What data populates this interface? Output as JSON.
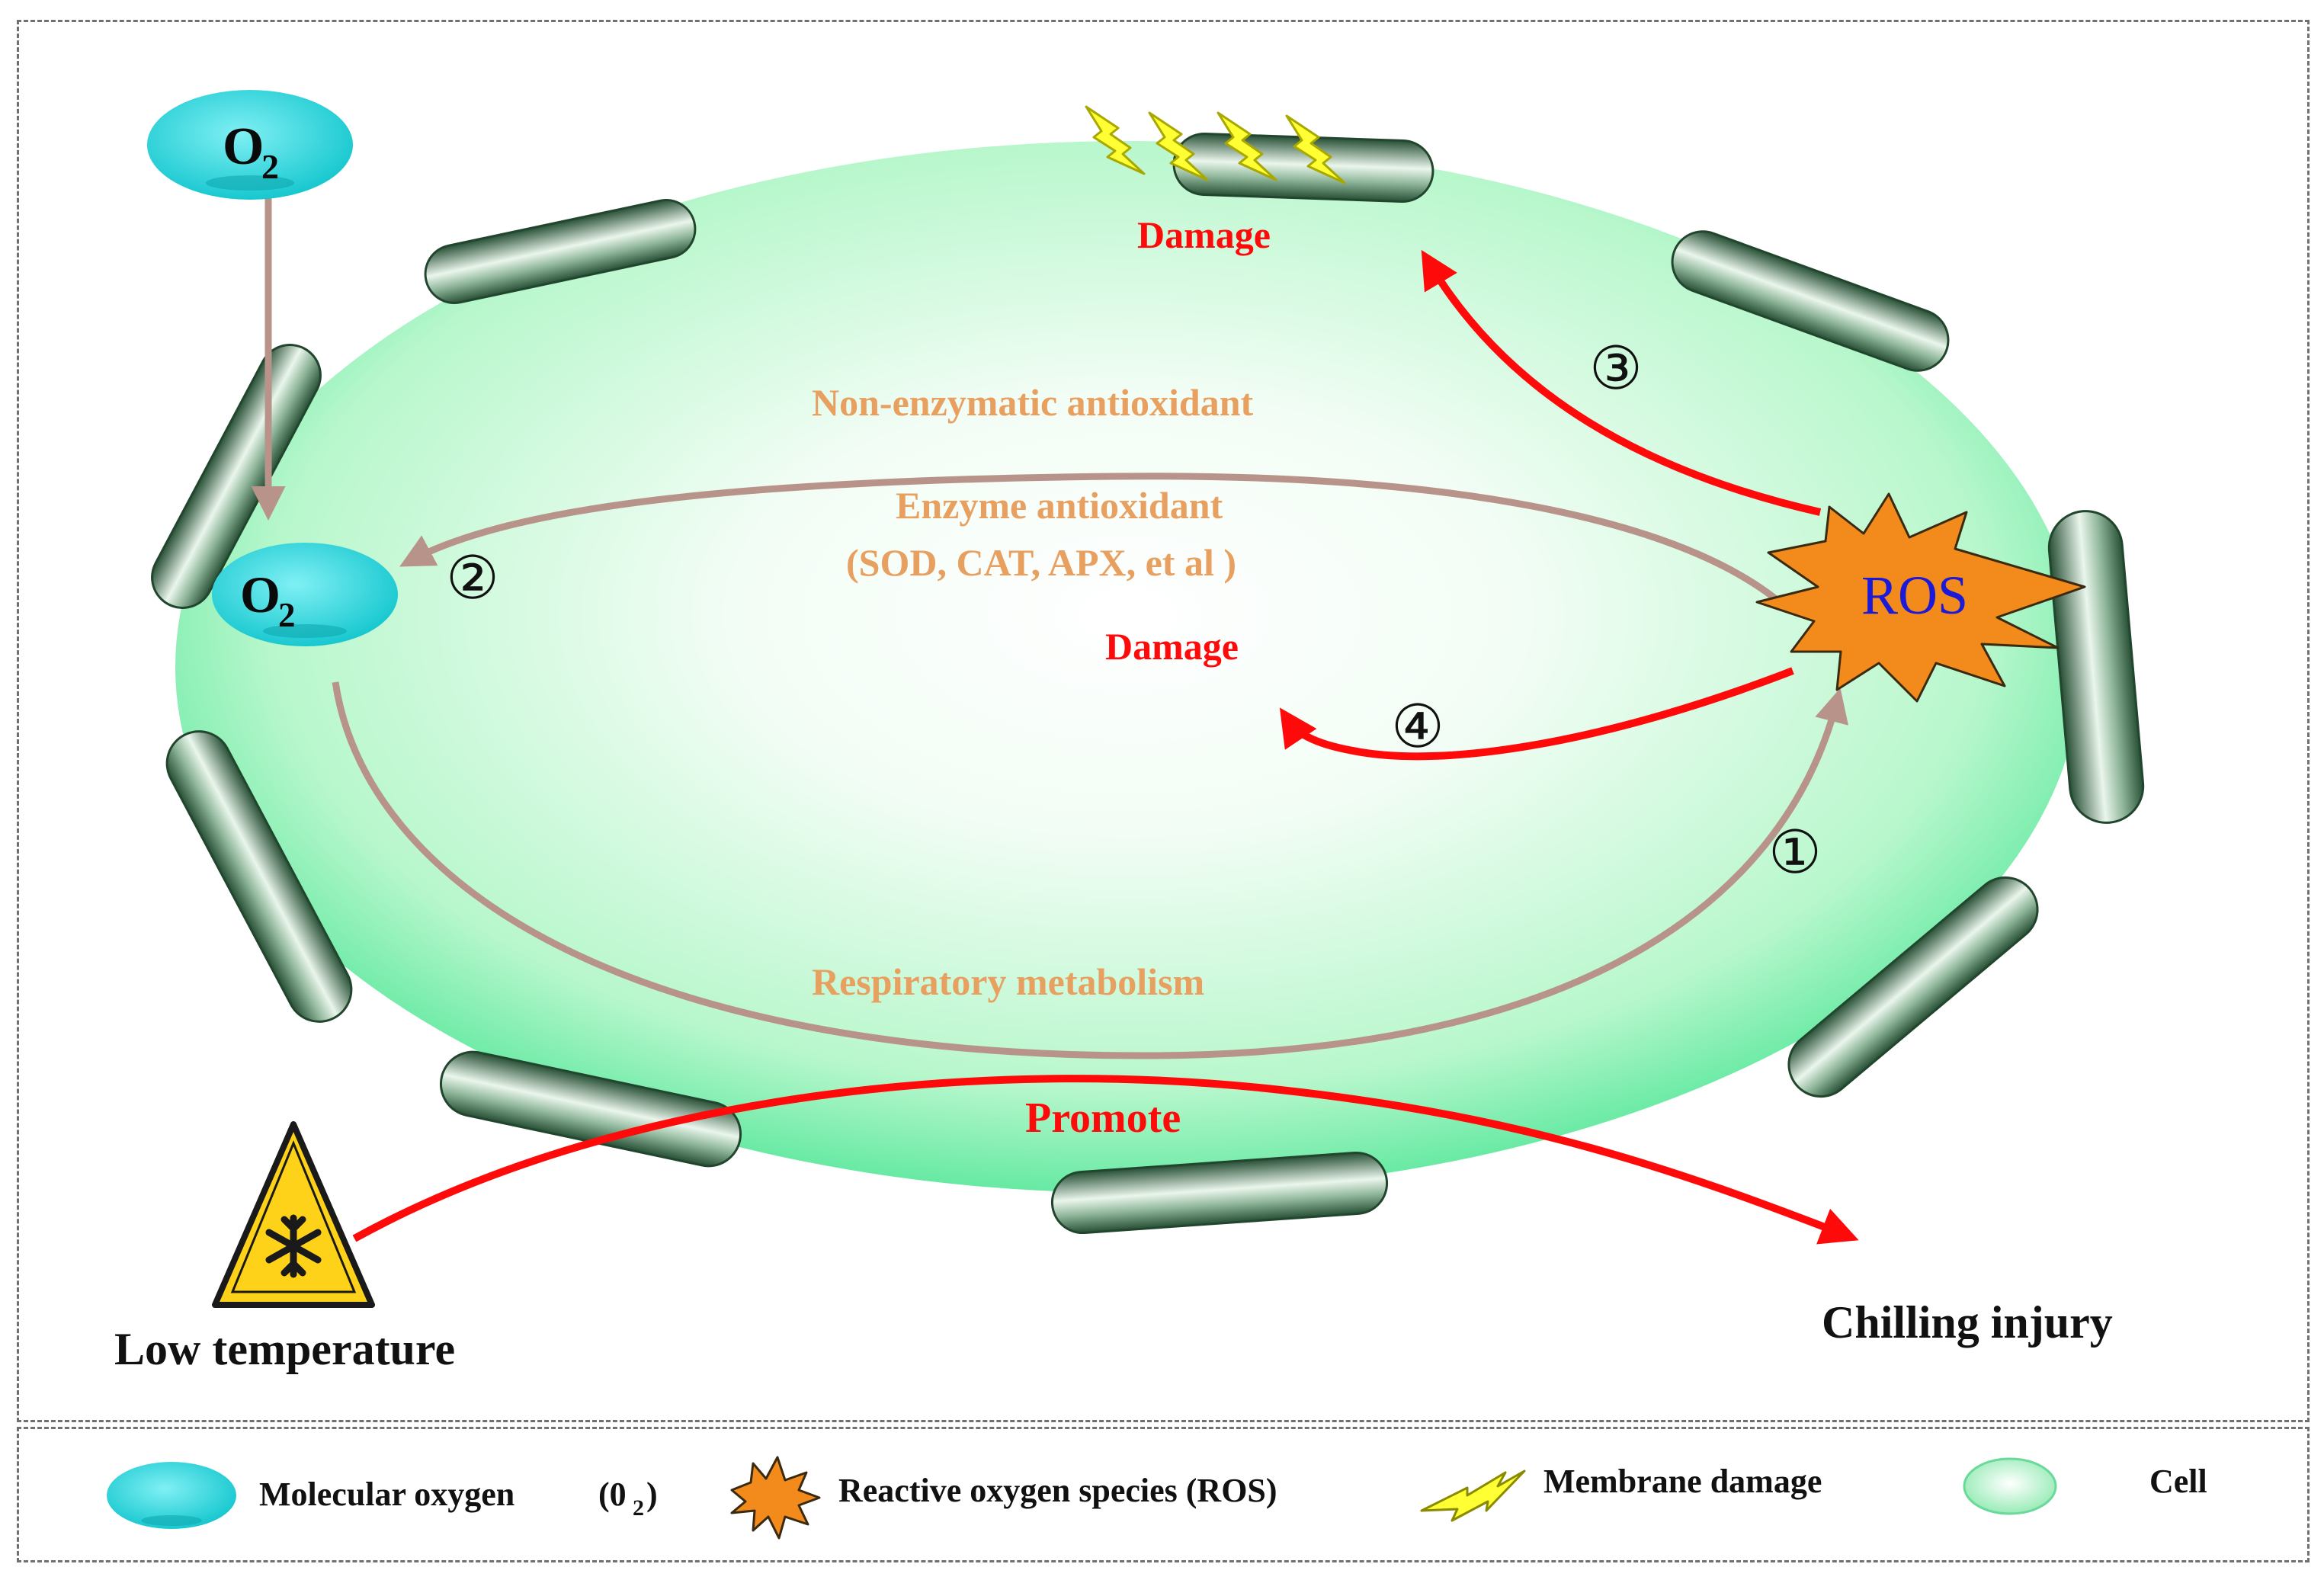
{
  "colors": {
    "cell_fill": "#a8f5c0",
    "cell_edge": "#33e08a",
    "membrane_dark": "#2c5a3c",
    "membrane_light": "#e6f3e8",
    "oxygen": "#2fd6dc",
    "ros_fill": "#f28a1c",
    "ros_text": "#1a1ad8",
    "damage_red": "#ff0a0a",
    "pathway_brown": "#b8938a",
    "label_orange": "#e8a060",
    "lightning_yellow": "#ffff33"
  },
  "diagram": {
    "oxygen_outside": {
      "base": "O",
      "sub": "2"
    },
    "oxygen_inside": {
      "base": "O",
      "sub": "2"
    },
    "ros_label": "ROS",
    "damage_top": "Damage",
    "damage_mid": "Damage",
    "non_enzymatic": "Non-enzymatic antioxidant",
    "enzyme_line1": "Enzyme antioxidant",
    "enzyme_line2": "(SOD, CAT, APX, et al )",
    "respiratory": "Respiratory metabolism",
    "promote": "Promote",
    "low_temperature": "Low temperature",
    "chilling_injury": "Chilling injury",
    "step_1": "①",
    "step_2": "②",
    "step_3": "③",
    "step_4": "④",
    "warning_icon": "snowflake-warning-icon"
  },
  "legend": {
    "oxygen_label": "Molecular oxygen",
    "oxygen_formula_base": "(0",
    "oxygen_formula_sub": "2",
    "oxygen_formula_close": ")",
    "ros_label": "Reactive oxygen species (ROS)",
    "membrane_label": "Membrane damage",
    "cell_label": "Cell"
  }
}
